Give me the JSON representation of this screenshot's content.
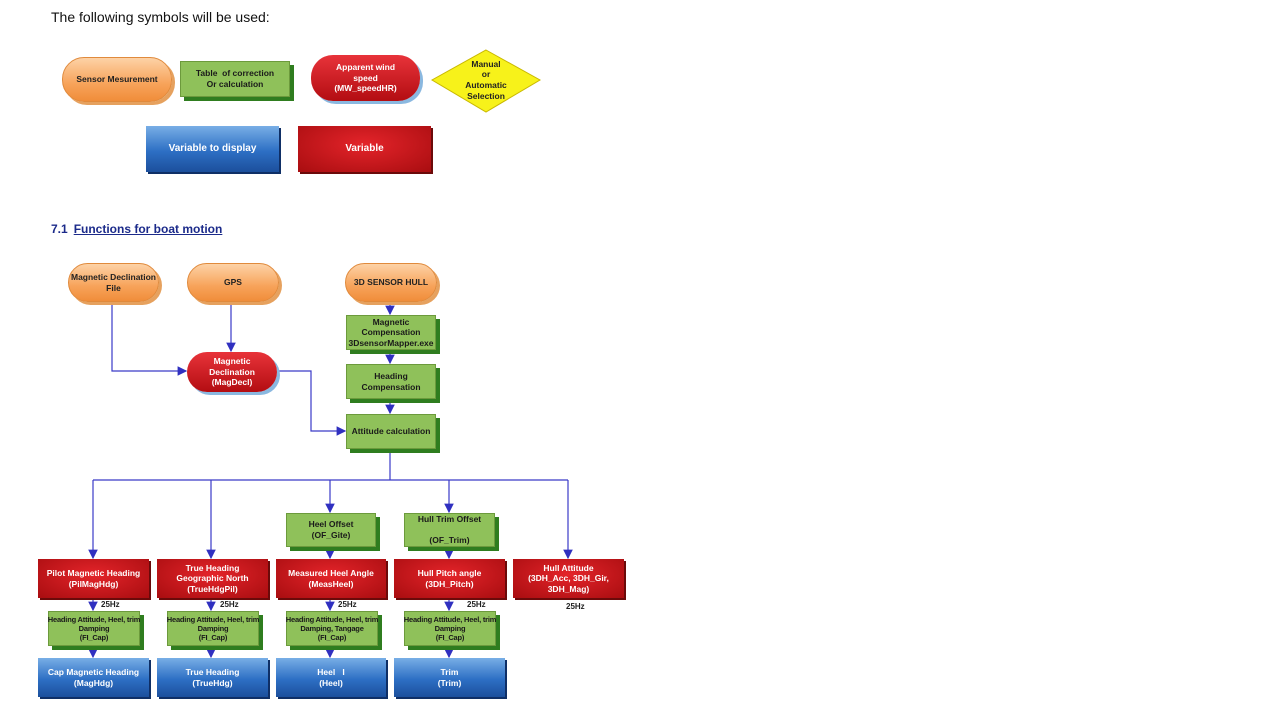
{
  "intro": "The following symbols will be used:",
  "legend": {
    "sensor": "Sensor Mesurement",
    "table": "Table  of correction\nOr calculation",
    "apparent_wind": "Apparent wind\nspeed\n(MW_speedHR)",
    "selection": "Manual\nor\nAutomatic\nSelection",
    "var_display": "Variable to display",
    "variable": "Variable"
  },
  "section": {
    "number": "7.1",
    "title": "Functions for boat motion"
  },
  "nodes": {
    "mag_file": "Magnetic Declination\nFile",
    "gps": "GPS",
    "sensor_hull": "3D SENSOR HULL",
    "mag_comp": "Magnetic\nCompensation\n3DsensorMapper.exe",
    "heading_comp": "Heading\nCompensation",
    "attitude": "Attitude calculation",
    "mag_decl": "Magnetic\nDeclination\n(MagDecl)",
    "heel_offset": "Heel Offset\n(OF_Gite)",
    "trim_offset": "Hull Trim Offset\n\n(OF_Trim)",
    "pilot_mag": "Pilot Magnetic Heading\n(PilMagHdg)",
    "true_geo": "True Heading\nGeographic North\n(TrueHdgPil)",
    "meas_heel": "Measured Heel Angle\n(MeasHeel)",
    "pitch": "Hull Pitch angle\n(3DH_Pitch)",
    "hull_att": "Hull Attitude\n(3DH_Acc, 3DH_Gir,\n3DH_Mag)",
    "damp1": "Heading Attitude, Heel, trim\nDamping\n(FI_Cap)",
    "damp2": "Heading Attitude, Heel, trim\nDamping\n(FI_Cap)",
    "damp3": "Heading Attitude, Heel, trim\nDamping, Tangage\n(FI_Cap)",
    "damp4": "Heading Attitude, Heel, trim\nDamping\n(FI_Cap)",
    "cap": "Cap Magnetic Heading\n(MagHdg)",
    "true_hdg": "True Heading\n(TrueHdg)",
    "heel": "Heel   I\n(Heel)",
    "trim": "Trim\n(Trim)"
  },
  "rate": "25Hz"
}
